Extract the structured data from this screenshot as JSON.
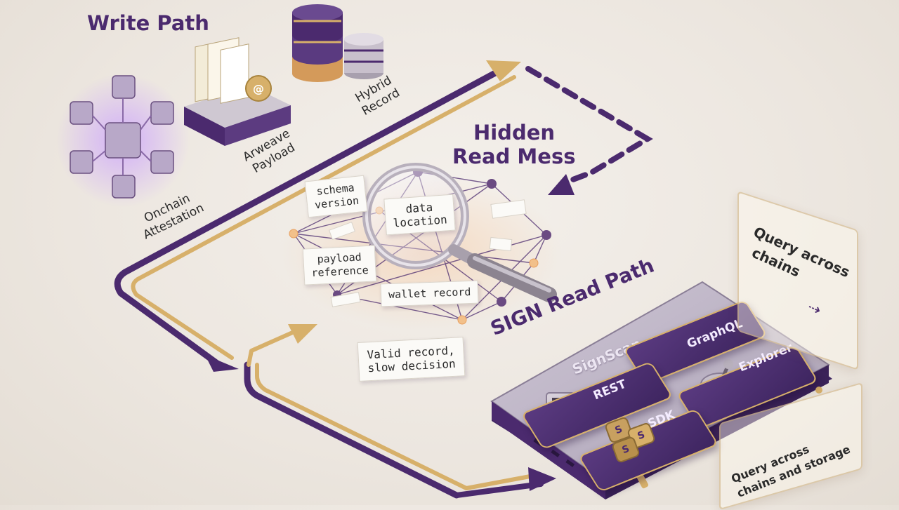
{
  "titles": {
    "write_path": "Write Path",
    "hidden_read_mess": [
      "Hidden",
      "Read Mess"
    ],
    "sign_read_path": "SIGN Read Path"
  },
  "write_items": {
    "onchain": [
      "Onchain",
      "Attestation"
    ],
    "arweave": [
      "Arweave",
      "Payload"
    ],
    "hybrid": [
      "Hybrid",
      "Record"
    ]
  },
  "mess_notes": {
    "schema": [
      "schema",
      "version"
    ],
    "location": [
      "data",
      "location"
    ],
    "payload": [
      "payload",
      "reference"
    ],
    "wallet": "wallet record",
    "valid": [
      "Valid record,",
      "slow decision"
    ]
  },
  "signscan": {
    "device_label": "SignScan",
    "tiles": {
      "graphql": "GraphQL",
      "rest": "REST",
      "explorer": "Explorer",
      "sdk": "SDK"
    },
    "sdk_coin_glyph": "S"
  },
  "callouts": {
    "query_chains": [
      "Query across",
      "chains"
    ],
    "query_storage": [
      "Query across",
      "chains and storage"
    ]
  },
  "colors": {
    "purple": "#4b2a6e",
    "gold": "#d7b06a",
    "background": "#efe9e2"
  }
}
